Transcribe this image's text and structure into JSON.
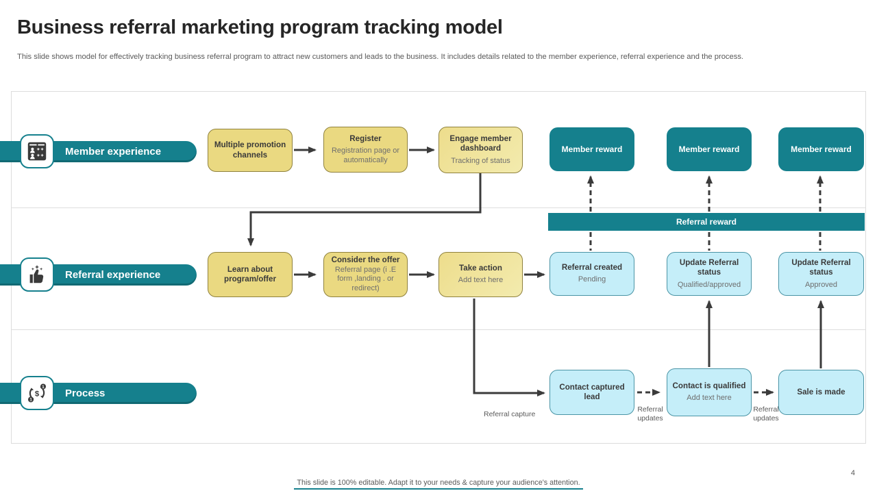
{
  "slide": {
    "title": "Business referral marketing program tracking model",
    "subtitle": "This slide shows model for effectively tracking business referral program to attract new customers and leads to the business. It includes details related to the member experience, referral experience and the process.",
    "footer": "This slide is 100% editable. Adapt it to your needs & capture your audience's attention.",
    "page_number": "4"
  },
  "colors": {
    "accent_teal": "#15808D",
    "yellow_fill": "#EAD981",
    "yellow_border": "#8F813D",
    "blue_fill": "#C5EEF9",
    "blue_border": "#4A94A5",
    "arrow": "#3B3B3B"
  },
  "lanes": [
    {
      "label": "Member experience",
      "icon": "members-window-icon"
    },
    {
      "label": "Referral experience",
      "icon": "thumbs-up-stars-icon"
    },
    {
      "label": "Process",
      "icon": "money-cycle-icon"
    }
  ],
  "member_row": {
    "boxes": [
      {
        "title": "Multiple promotion channels",
        "subtitle": ""
      },
      {
        "title": "Register",
        "subtitle": "Registration page or automatically"
      },
      {
        "title": "Engage member dashboard",
        "subtitle": "Tracking of status"
      }
    ],
    "rewards": [
      "Member reward",
      "Member reward",
      "Member reward"
    ]
  },
  "referral_reward_bar": "Referral reward",
  "referral_row": {
    "boxes": [
      {
        "title": "Learn about program/offer",
        "subtitle": ""
      },
      {
        "title": "Consider the offer",
        "subtitle": "Referral page (i .E form ,landing . or redirect)"
      },
      {
        "title": "Take action",
        "subtitle": "Add text here"
      },
      {
        "title": "Referral created",
        "subtitle": "Pending"
      },
      {
        "title": "Update Referral status",
        "subtitle": "Qualified/approved"
      },
      {
        "title": "Update Referral status",
        "subtitle": "Approved"
      }
    ]
  },
  "process_row": {
    "boxes": [
      {
        "title": "Contact captured lead",
        "subtitle": ""
      },
      {
        "title": "Contact is qualified",
        "subtitle": "Add text here"
      },
      {
        "title": "Sale is made",
        "subtitle": ""
      }
    ],
    "labels": {
      "capture": "Referral capture",
      "updates1": "Referral updates",
      "updates2": "Referral updates"
    }
  }
}
